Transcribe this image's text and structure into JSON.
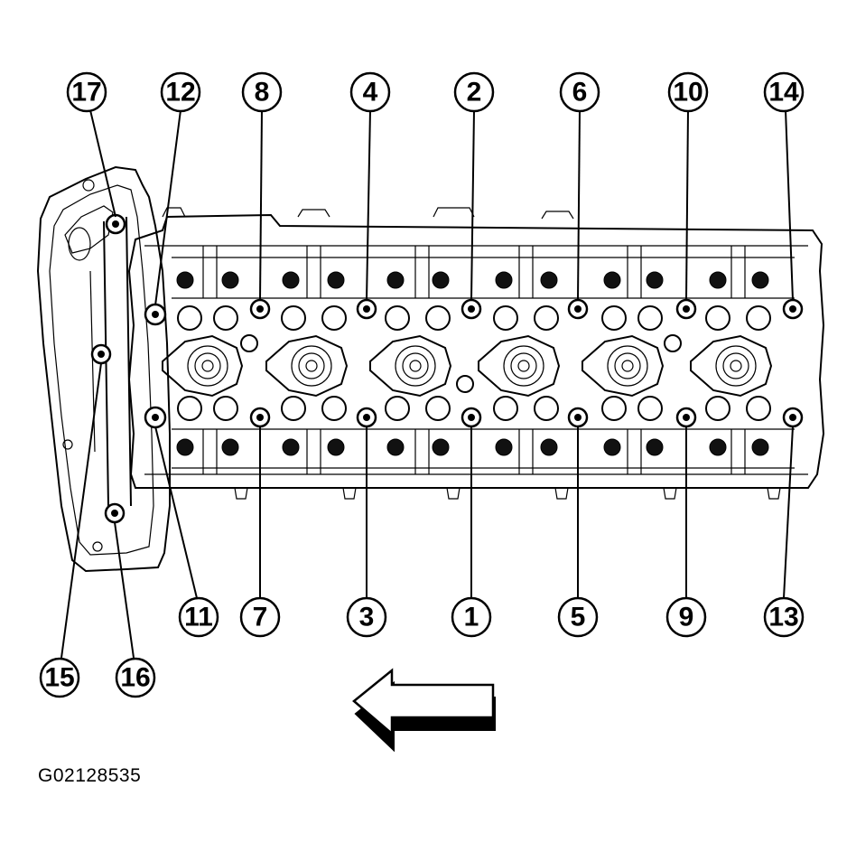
{
  "figure": {
    "reference_code": "G02128535"
  },
  "callouts": {
    "top": [
      "17",
      "12",
      "8",
      "4",
      "2",
      "6",
      "10",
      "14"
    ],
    "bottom": [
      "11",
      "7",
      "3",
      "1",
      "5",
      "9",
      "13"
    ],
    "side": [
      "15",
      "16"
    ]
  },
  "arrow": {
    "direction": "left"
  }
}
